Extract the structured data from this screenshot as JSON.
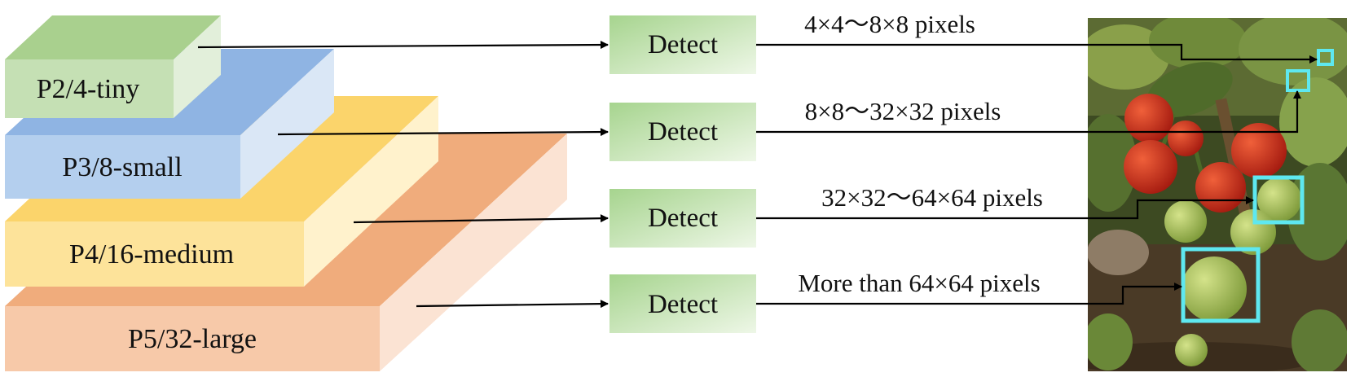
{
  "layers": [
    {
      "label": "P2/4-tiny",
      "top": "#a9d08e",
      "front": "#c5e0b4",
      "side": "#e2efda"
    },
    {
      "label": "P3/8-small",
      "top": "#8fb4e3",
      "front": "#b4cfee",
      "side": "#dae7f6"
    },
    {
      "label": "P4/16-medium",
      "top": "#fbd46b",
      "front": "#fde39a",
      "side": "#fff2cc"
    },
    {
      "label": "P5/32-large",
      "top": "#f0ac7c",
      "front": "#f7c9a9",
      "side": "#fbe3d3"
    }
  ],
  "detect_label": "Detect",
  "ranges": [
    "4×4〜8×8 pixels",
    "8×8〜32×32 pixels",
    "32×32〜64×64 pixels",
    "More than 64×64 pixels"
  ],
  "colors": {
    "detect_dark": "#a6d48e",
    "detect_light": "#eef7e7",
    "box": "#5ee8f0",
    "arrow": "#000000"
  },
  "photo": {
    "subject": "tomato plant with red and green tomatoes"
  }
}
